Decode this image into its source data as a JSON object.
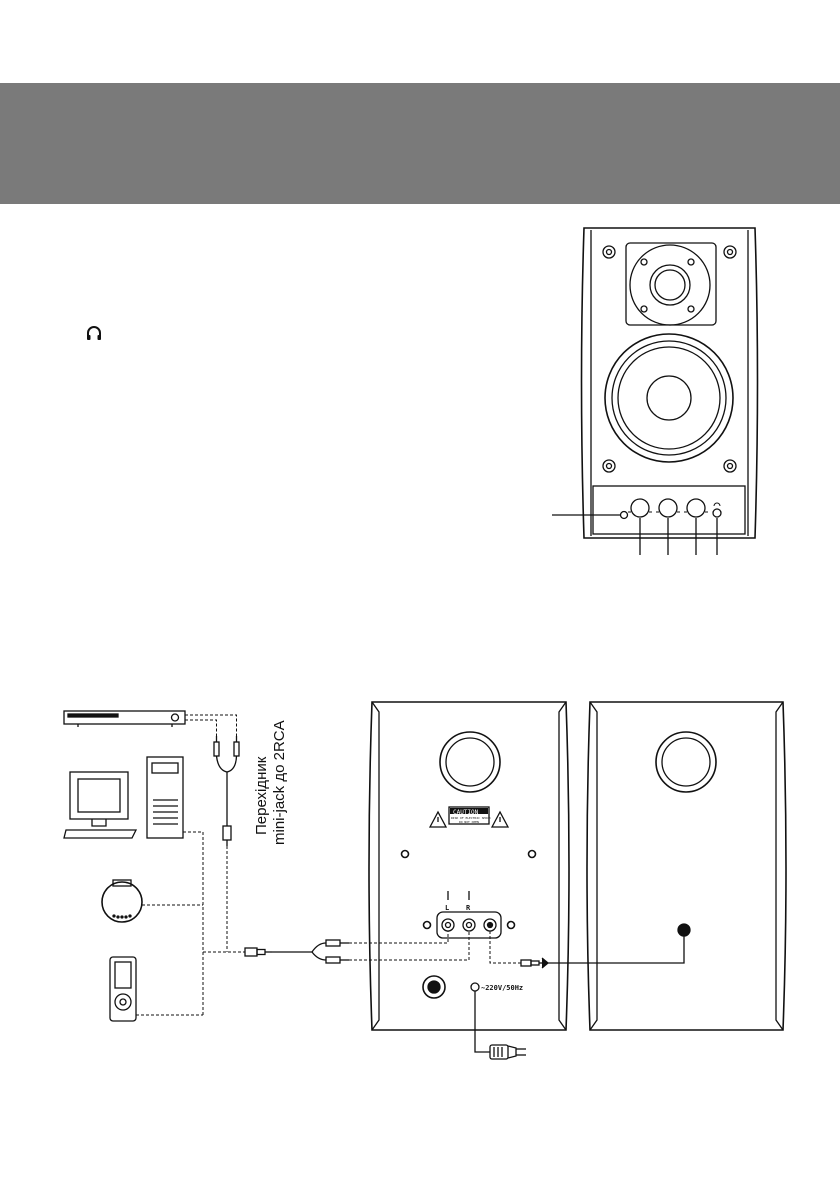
{
  "header": {
    "color": "#7a7a7a"
  },
  "panel_icons": {
    "headphones": "headphones-icon"
  },
  "back_panel": {
    "caution": "CAUTION",
    "caution_sub1": "RISK OF ELECTRIC SHOCK",
    "caution_sub2": "DO NOT OPEN",
    "input_left": "L",
    "input_right": "R",
    "power_label": "~220V/50Hz"
  },
  "adapter": {
    "line1": "Перехідник",
    "line2": "mini-jack до 2RCA"
  },
  "colors": {
    "line": "#111111",
    "band": "#7a7a7a"
  }
}
